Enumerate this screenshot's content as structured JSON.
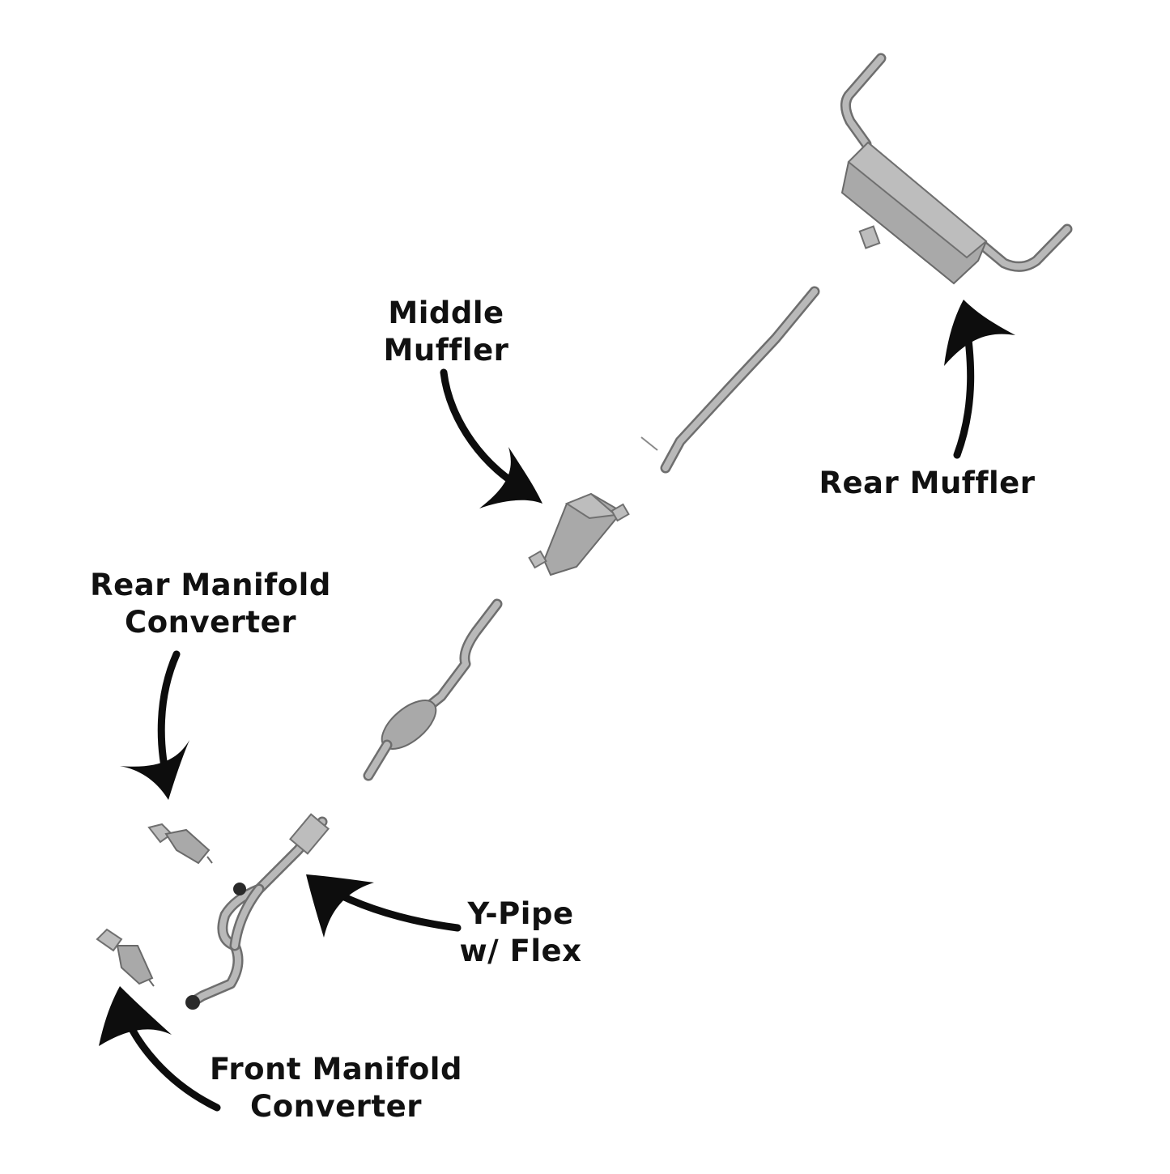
{
  "labels": {
    "middle_muffler": {
      "line1": "Middle",
      "line2": "Muffler"
    },
    "rear_muffler": {
      "line1": "Rear Muffler"
    },
    "rear_manifold_converter": {
      "line1": "Rear Manifold",
      "line2": "Converter"
    },
    "y_pipe": {
      "line1": "Y-Pipe",
      "line2": "w/ Flex"
    },
    "front_manifold_converter": {
      "line1": "Front Manifold",
      "line2": "Converter"
    }
  },
  "colors": {
    "background": "#ffffff",
    "text": "#111111",
    "arrow": "#0d0d0d",
    "metal": "#a9a9a9",
    "metal_edge": "#6a6a6a"
  }
}
